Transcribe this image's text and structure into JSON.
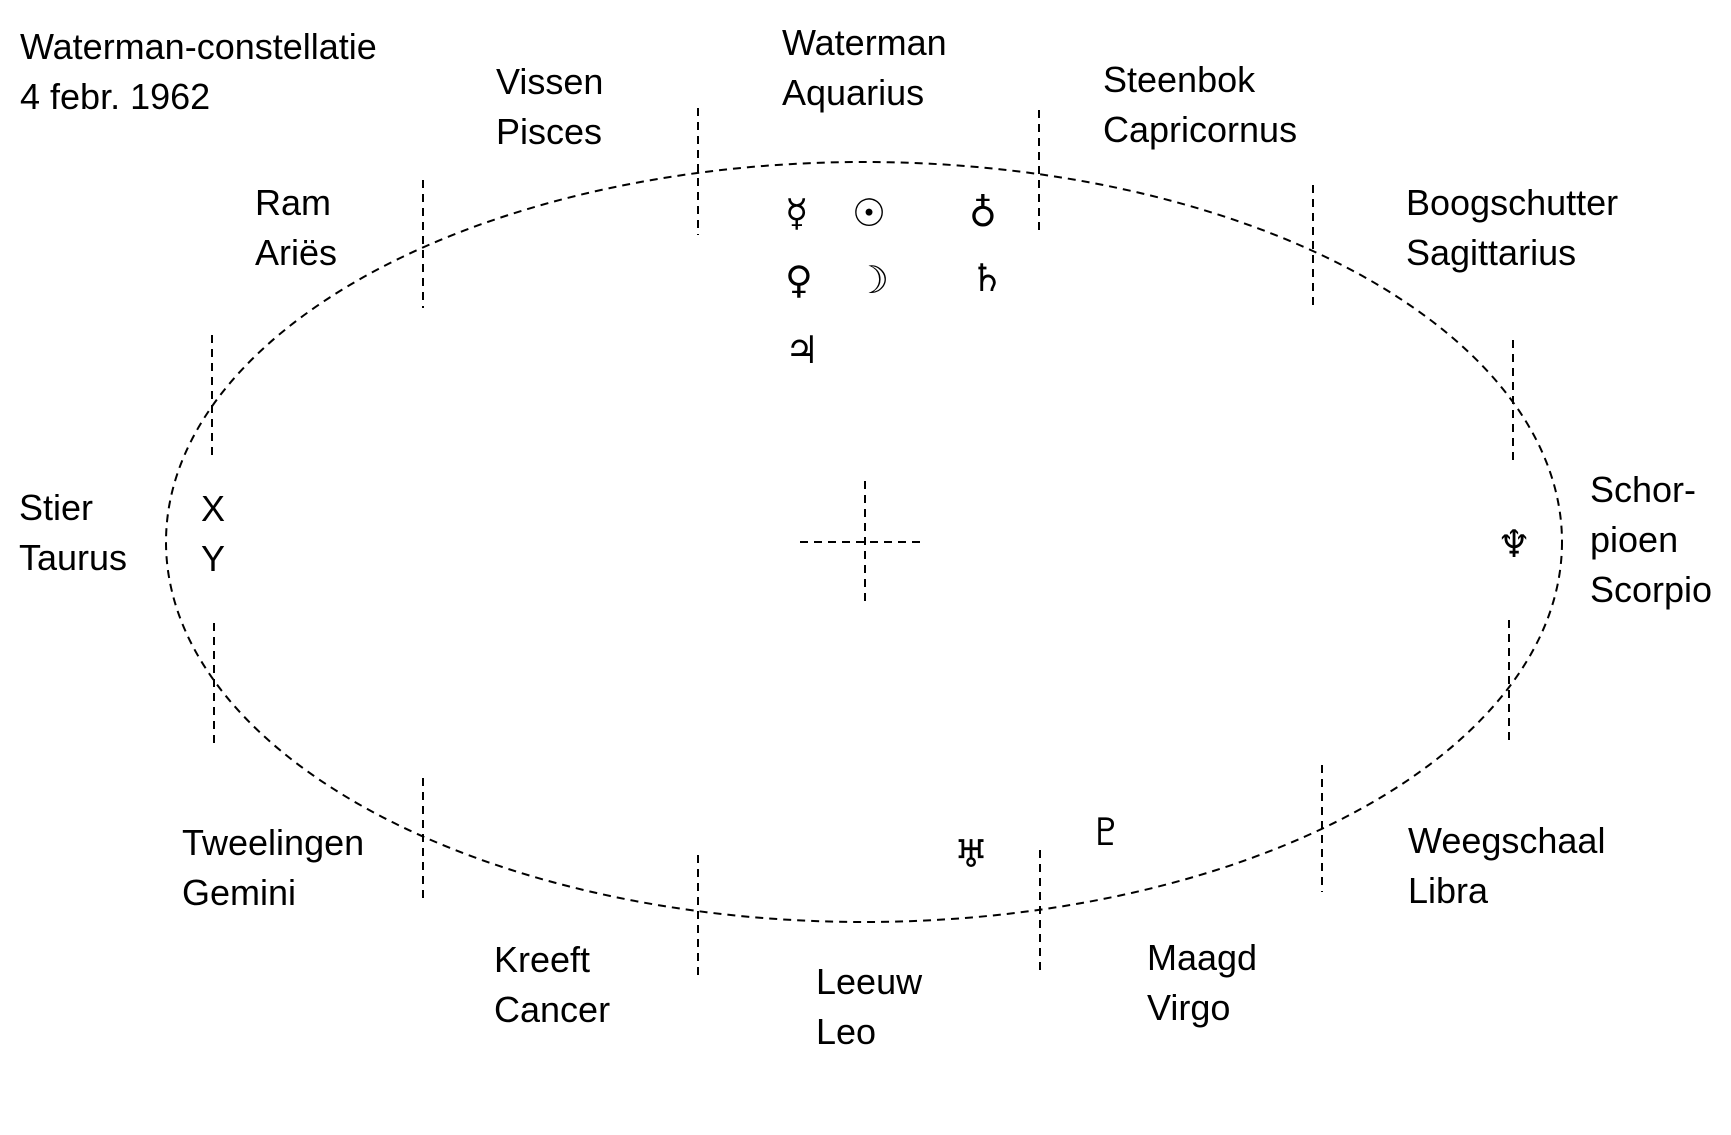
{
  "title": {
    "line1": "Waterman-constellatie",
    "line2": "4 febr. 1962"
  },
  "signs": {
    "aquarius": {
      "nl": "Waterman",
      "latin": "Aquarius"
    },
    "pisces": {
      "nl": "Vissen",
      "latin": "Pisces"
    },
    "capricornus": {
      "nl": "Steenbok",
      "latin": "Capricornus"
    },
    "aries": {
      "nl": "Ram",
      "latin": "Ariës"
    },
    "sagittarius": {
      "nl": "Boogschutter",
      "latin": "Sagittarius"
    },
    "taurus": {
      "nl": "Stier",
      "latin": "Taurus"
    },
    "scorpio": {
      "nl1": "Schor-",
      "nl2": "pioen",
      "latin": "Scorpio"
    },
    "gemini": {
      "nl": "Tweelingen",
      "latin": "Gemini"
    },
    "libra": {
      "nl": "Weegschaal",
      "latin": "Libra"
    },
    "cancer": {
      "nl": "Kreeft",
      "latin": "Cancer"
    },
    "virgo": {
      "nl": "Maagd",
      "latin": "Virgo"
    },
    "leo": {
      "nl": "Leeuw",
      "latin": "Leo"
    }
  },
  "planets": {
    "mercury": "☿",
    "sun": "☉",
    "mars": "♁",
    "venus": "♀",
    "moon": "☽",
    "saturn": "♄",
    "jupiter": "♃",
    "neptune": "♆",
    "uranus": "♅",
    "pluto": "♇"
  },
  "markers": {
    "x": "X",
    "y": "Y"
  }
}
